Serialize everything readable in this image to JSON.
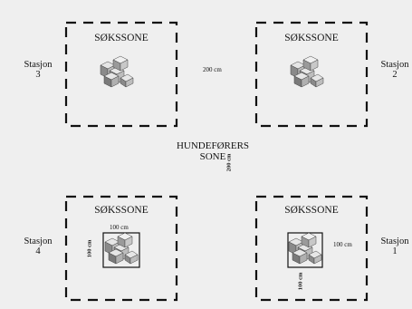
{
  "zones": [
    {
      "title": "SØKSSONE",
      "station_label": "Stasjon",
      "station_number": "3"
    },
    {
      "title": "SØKSSONE",
      "station_label": "Stasjon",
      "station_number": "2"
    },
    {
      "title": "SØKSSONE",
      "station_label": "Stasjon",
      "station_number": "4"
    },
    {
      "title": "SØKSSONE",
      "station_label": "Stasjon",
      "station_number": "1"
    }
  ],
  "center": {
    "line1": "HUNDEFØRERS",
    "line2": "SONE"
  },
  "dimensions": {
    "horizontal_gap": "200 cm",
    "vertical_gap": "200 cm",
    "box4_width": "100 cm",
    "box4_height": "100 cm",
    "box1_width": "100 cm",
    "box1_height": "100 cm"
  },
  "colors": {
    "background": "#efefef",
    "ink": "#111111"
  }
}
